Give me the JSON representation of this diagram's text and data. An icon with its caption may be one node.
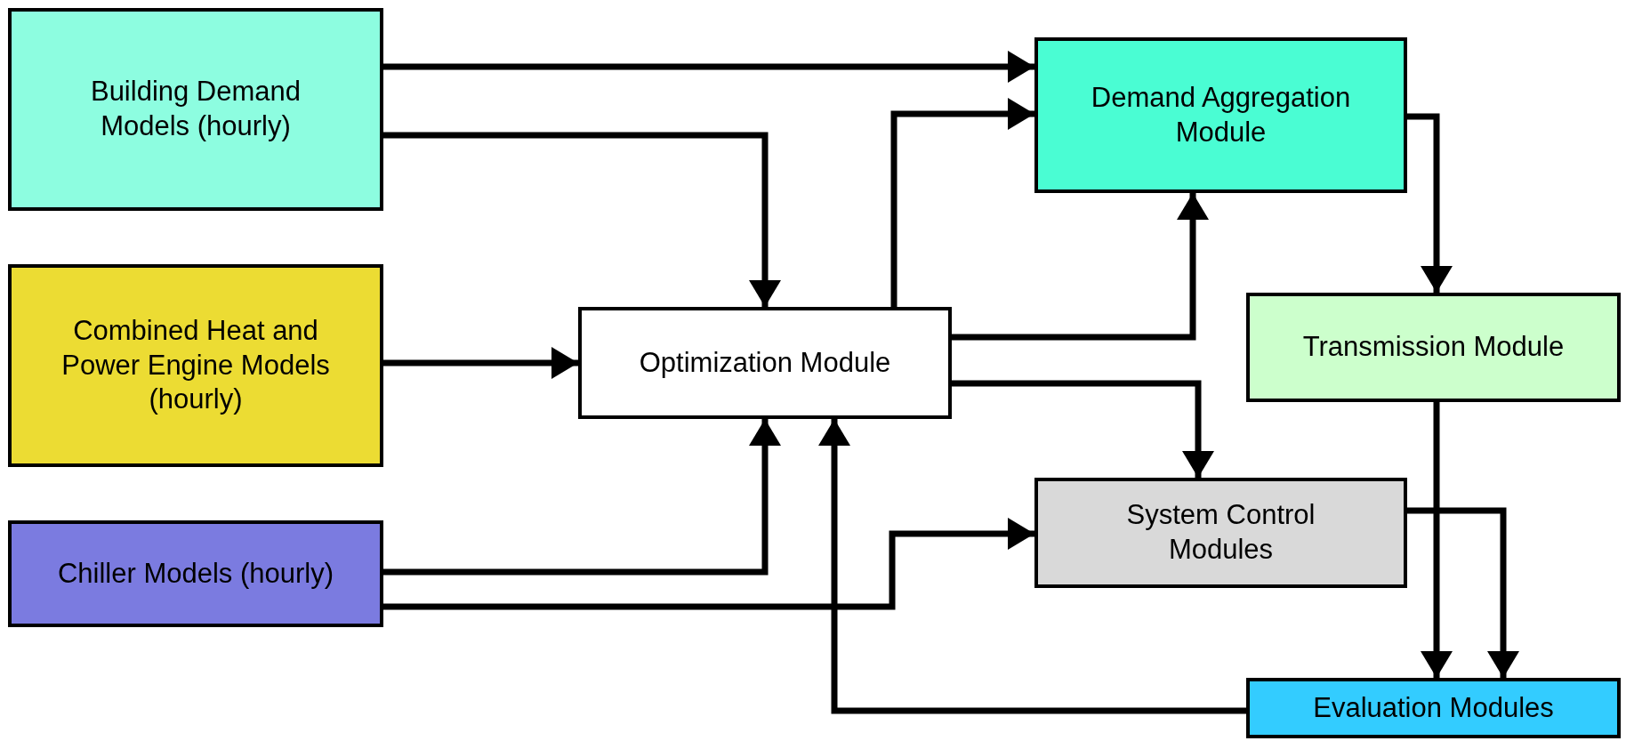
{
  "diagram": {
    "nodes": [
      {
        "text": [
          "Building Demand Models (hourly)"
        ]
      },
      {
        "text": [
          "Combined Heat and Power Engine Models (hourly)"
        ]
      },
      {
        "text": [
          "Chiller Models (hourly)"
        ]
      },
      {
        "text": [
          "Optimization Module"
        ]
      },
      {
        "text": [
          "Demand Aggregation Module"
        ]
      },
      {
        "text": [
          "Transmission Module"
        ]
      },
      {
        "text": [
          "System Control Modules"
        ]
      },
      {
        "text": [
          "Evaluation Modules"
        ]
      }
    ],
    "edges": [
      {
        "from": 0,
        "to": 4,
        "arrow": "to"
      },
      {
        "from": 0,
        "to": 3,
        "arrow": "to"
      },
      {
        "from": 1,
        "to": 3,
        "arrow": "to"
      },
      {
        "from": 2,
        "to": 3,
        "arrow": "to"
      },
      {
        "from": 2,
        "to": 6,
        "arrow": "to"
      },
      {
        "from": 3,
        "to": 4,
        "arrow": "to"
      },
      {
        "from": 3,
        "to": 4,
        "arrow": "to"
      },
      {
        "from": 3,
        "to": 6,
        "arrow": "to"
      },
      {
        "from": 4,
        "to": 5,
        "arrow": "to"
      },
      {
        "from": 5,
        "to": 7,
        "arrow": "to"
      },
      {
        "from": 6,
        "to": 7,
        "arrow": "to"
      },
      {
        "from": 7,
        "to": 3,
        "arrow": "to"
      }
    ]
  }
}
